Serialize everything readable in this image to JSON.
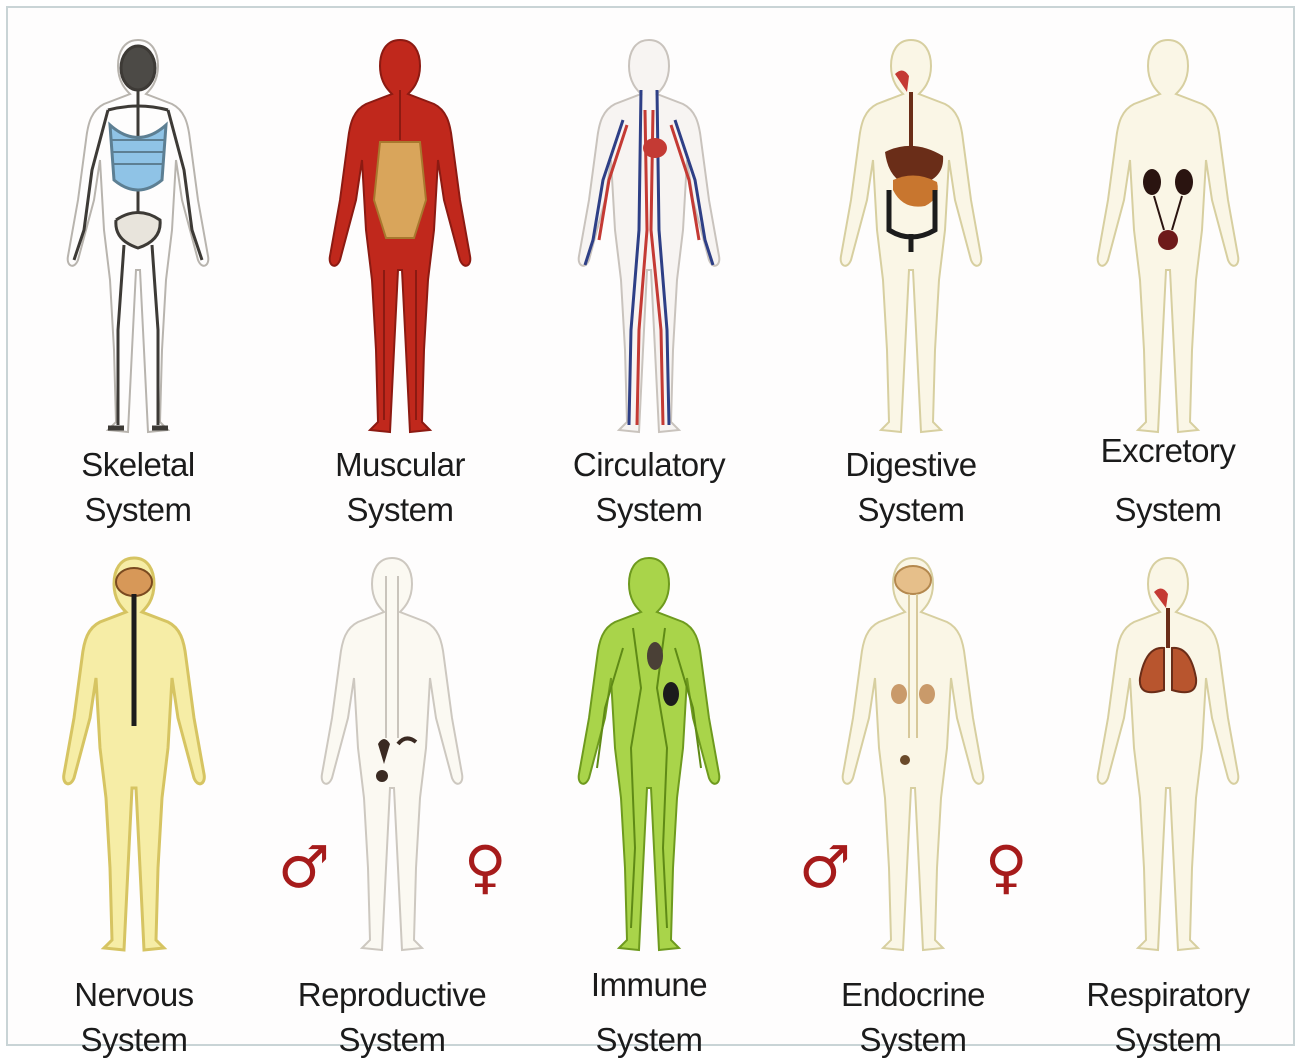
{
  "colors": {
    "outline": "#b8b4ae",
    "skin_warm": "#f2e3a8",
    "bone": "#d8d4c8",
    "lungs_blue": "#8fc3e6",
    "muscle_red": "#c0281c",
    "muscle_tan": "#d9a55b",
    "artery_red": "#c43a34",
    "vein_blue": "#2e3f86",
    "liver_brown": "#6a2d18",
    "kidney_dark": "#2a1410",
    "nerve_yellow": "#f3e58a",
    "brain_orange": "#d79858",
    "lymph_green": "#9ccc3c",
    "symbol_red": "#a61b1b"
  },
  "systems": [
    {
      "line1": "Skeletal",
      "line2": "System",
      "icon": "skeleton-figure"
    },
    {
      "line1": "Muscular",
      "line2": "System",
      "icon": "muscle-figure"
    },
    {
      "line1": "Circulatory",
      "line2": "System",
      "icon": "blood-vessel-figure"
    },
    {
      "line1": "Digestive",
      "line2": "System",
      "icon": "digestive-tract-figure"
    },
    {
      "line1": "Excretory",
      "line2": "System",
      "icon": "kidney-figure"
    },
    {
      "line1": "Nervous",
      "line2": "System",
      "icon": "nerve-figure"
    },
    {
      "line1": "Reproductive",
      "line2": "System",
      "icon": "reproductive-figure"
    },
    {
      "line1": "Immune",
      "line2": "System",
      "icon": "lymph-figure"
    },
    {
      "line1": "Endocrine",
      "line2": "System",
      "icon": "gland-figure"
    },
    {
      "line1": "Respiratory",
      "line2": "System",
      "icon": "lungs-figure"
    }
  ],
  "symbols": {
    "male": "♂",
    "female": "♀"
  }
}
